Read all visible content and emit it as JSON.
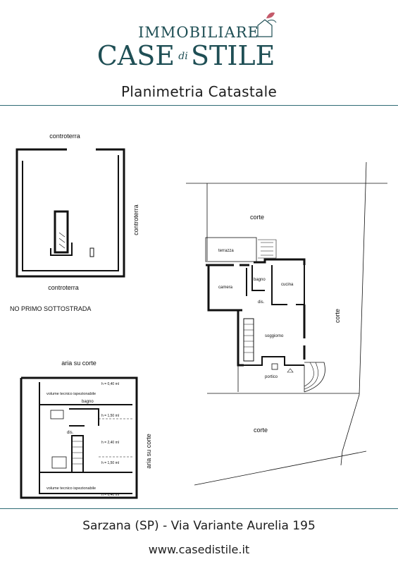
{
  "brand": {
    "line1": "IMMOBILIARE",
    "line2_left": "CASE",
    "line2_middle": "di",
    "line2_right": "STILE",
    "color": "#1f4f55",
    "accent": "#c45a6a"
  },
  "title": "Planimetria Catastale",
  "plan": {
    "basement": {
      "top_label": "controterra",
      "right_label": "controterra",
      "bottom_label": "controterra",
      "note": "NO PRIMO SOTTOSTRADA"
    },
    "attic": {
      "top_label": "aria su corte",
      "right_label": "aria su corte",
      "rooms": {
        "vol_top": "volume tecnico ispezionabile",
        "h_top": "h = 0,40 ml",
        "bagno": "bagno",
        "h_1": "h = 1,50 ml",
        "dis": "dis.",
        "h_2": "h = 2,40 ml",
        "h_3": "h = 1,50 ml",
        "vol_bottom": "volume tecnico ispezionabile",
        "h_bottom": "h = 0,40 ml"
      }
    },
    "ground": {
      "corte_top": "corte",
      "corte_right": "corte",
      "corte_bottom": "corte",
      "terrazza": "terrazza",
      "camera": "camera",
      "bagno": "bagno",
      "cucina": "cucina",
      "dis": "dis.",
      "soggiorno": "soggiorno",
      "portico": "portico"
    }
  },
  "footer": {
    "address": "Sarzana (SP) - Via Variante Aurelia 195",
    "url": "www.casedistile.it"
  }
}
